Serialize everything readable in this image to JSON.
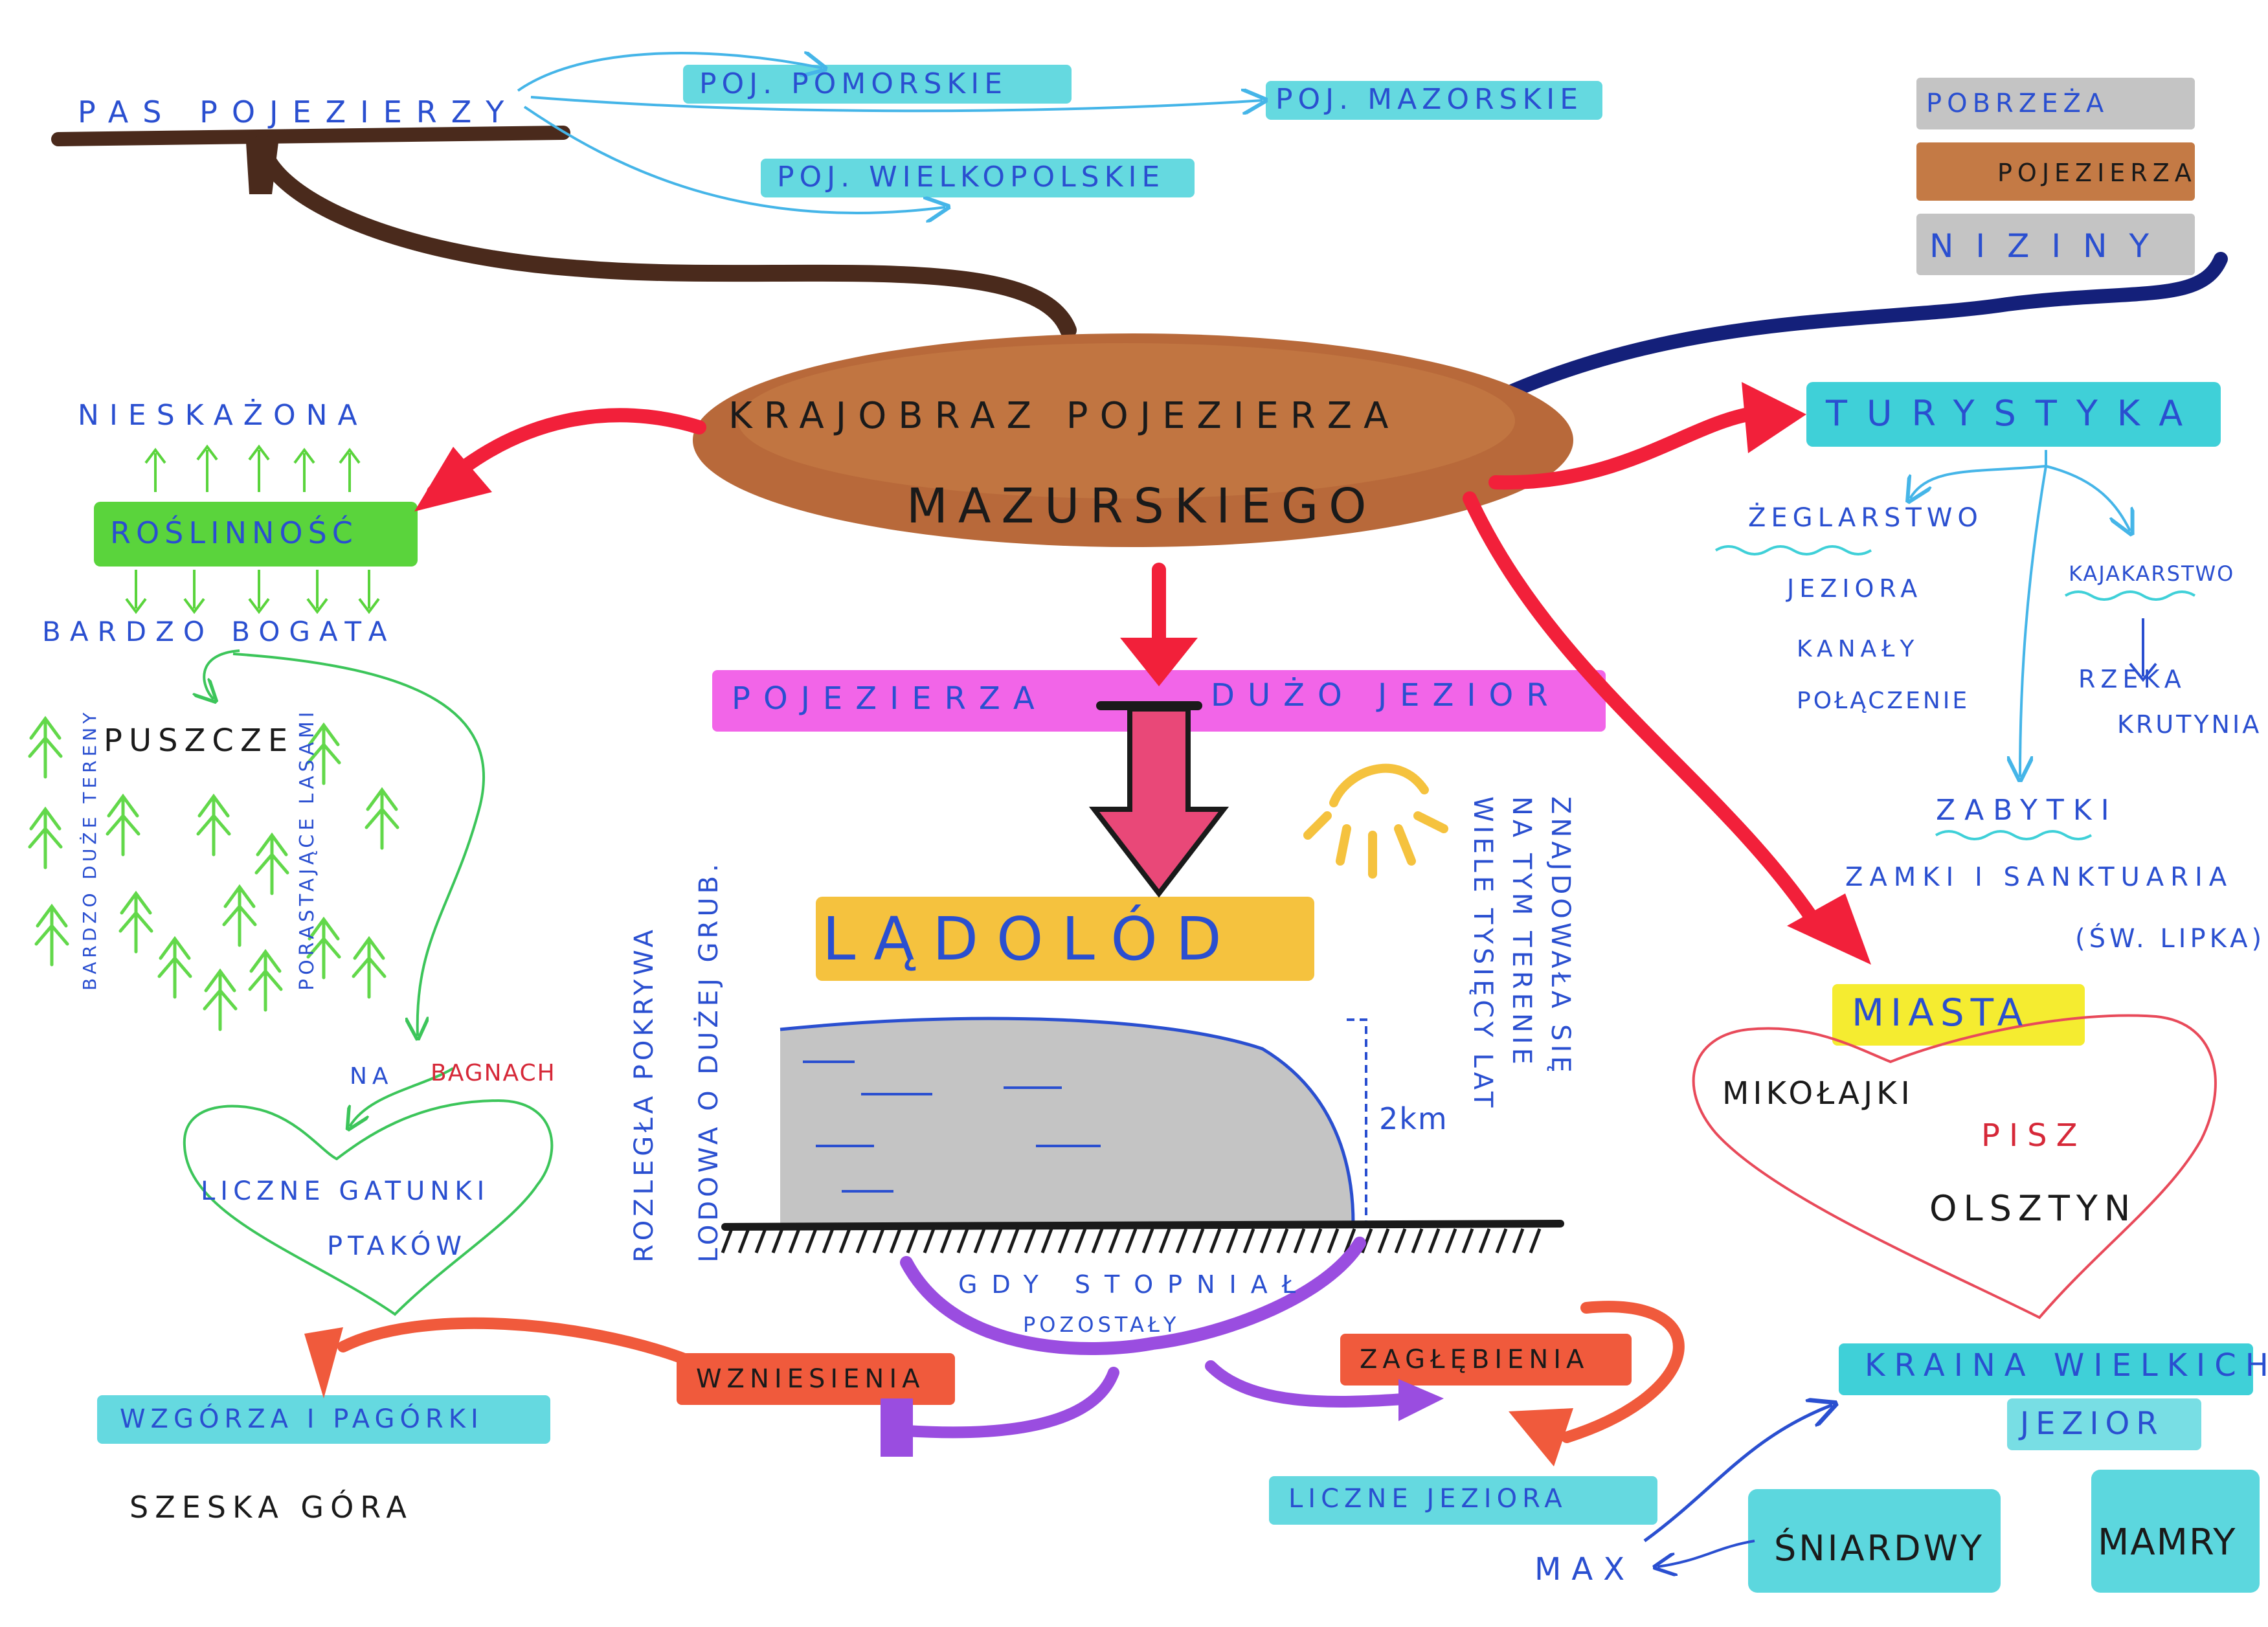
{
  "colors": {
    "blue_ink": "#2a4fd0",
    "red_ink": "#d62838",
    "black_ink": "#1a1a1a",
    "brown": "#b8693a",
    "dark_brown": "#4a2a1c",
    "navy": "#14207a",
    "red_arrow": "#f2203a",
    "cyan": "#3fd0d8",
    "magenta": "#f265e8",
    "green": "#5ad43c",
    "gold": "#f5c23e",
    "yellow": "#f5ec30",
    "orange_red": "#f05a3c",
    "purple": "#9a4de0",
    "grey": "#c4c4c4",
    "tree_green": "#62d84a",
    "outline_green": "#3cc55a",
    "pink": "#e94878",
    "line_blue": "#45b5e8"
  },
  "center": {
    "line1": "KRAJOBRAZ POJEZIERZA",
    "line2": "MAZURSKIEGO"
  },
  "top_left": {
    "title": "PAS POJEZIERZY",
    "items": [
      "POJ. POMORSKIE",
      "POJ. WIELKOPOLSKIE",
      "POJ. MAZORSKIE"
    ]
  },
  "top_right": {
    "items": [
      "POBRZEŻA",
      "POJEZIERZA",
      "NIZINY"
    ]
  },
  "left_branch": {
    "top": "NIESKAŻONA",
    "main": "ROŚLINNOŚĆ",
    "bottom": "BARDZO BOGATA",
    "forests": "PUSZCZE",
    "note1": "BARDZO DUŻE TERENY",
    "note2": "PORASTAJĄCE LASAMI",
    "swamps_prefix": "NA",
    "swamps": "BAGNACH",
    "birds_line1": "LICZNE GATUNKI",
    "birds_line2": "PTAKÓW"
  },
  "middle": {
    "lakes_left": "POJEZIERZA",
    "lakes_right": "DUŻO JEZIOR",
    "glacier": "LĄDOLÓD",
    "left_vertical_1": "ROZLEGŁA POKRYWA",
    "left_vertical_2": "LODOWA O DUŻEJ GRUB.",
    "right_vertical_1": "ZNAJDOWAŁA SIĘ",
    "right_vertical_2": "NA TYM TERENIE",
    "right_vertical_3": "WIELE TYSIĘCY LAT",
    "height": "2km",
    "melted_line1": "GDY STOPNIAŁ",
    "melted_line2": "POZOSTAŁY",
    "elevations": "WZNIESIENIA",
    "depressions": "ZAGŁĘBIENIA",
    "hills": "WZGÓRZA I PAGÓRKI",
    "peak": "SZESKA GÓRA",
    "many_lakes": "LICZNE JEZIORA"
  },
  "right_branch": {
    "tourism": "TURYSTYKA",
    "sailing": "ŻEGLARSTWO",
    "sailing_items": [
      "JEZIORA",
      "KANAŁY",
      "POŁĄCZENIE"
    ],
    "kayaking": "KAJAKARSTWO",
    "kayaking_items": [
      "RZEKA",
      "KRUTYNIA"
    ],
    "monuments": "ZABYTKI",
    "monuments_line1": "ZAMKI I SANKTUARIA",
    "monuments_line2": "(ŚW. LIPKA)",
    "cities": "MIASTA",
    "city_list": [
      "MIKOŁAJKI",
      "PISZ",
      "OLSZTYN"
    ],
    "land": "KRAINA WIELKICH",
    "land2": "JEZIOR",
    "max": "MAX",
    "big_lakes": [
      "ŚNIARDWY",
      "MAMRY"
    ]
  }
}
